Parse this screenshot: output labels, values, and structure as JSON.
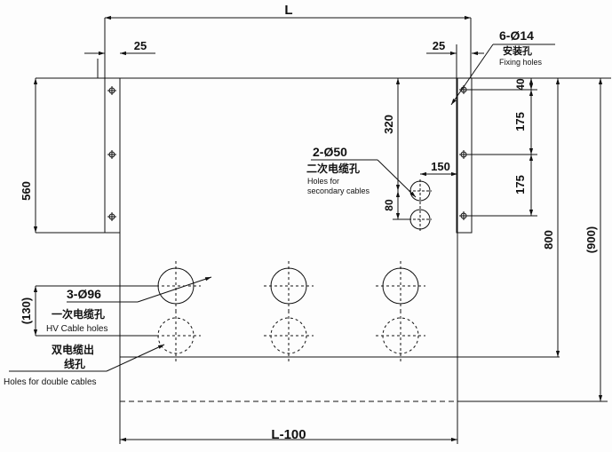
{
  "dimensions": {
    "top_width": "L",
    "bottom_width": "L-100",
    "left_flange": "25",
    "right_flange": "25",
    "left_height": "560",
    "right_top_offset": "40",
    "right_spacing_1": "175",
    "right_spacing_2": "175",
    "right_height_800": "800",
    "right_height_900": "(900)",
    "secondary_vertical": "320",
    "secondary_horizontal": "150",
    "secondary_pitch": "80",
    "hv_offset": "(130)"
  },
  "callouts": {
    "fixing": {
      "spec": "6-Ø14",
      "cn": "安装孔",
      "en": "Fixing holes"
    },
    "secondary": {
      "spec": "2-Ø50",
      "cn": "二次电缆孔",
      "en1": "Holes for",
      "en2": "secondary cables"
    },
    "hv": {
      "spec": "3-Ø96",
      "cn": "一次电缆孔",
      "en": "HV Cable holes"
    },
    "double": {
      "cn1": "双电缆出",
      "cn2": "线孔",
      "en": "Holes for double cables"
    }
  }
}
